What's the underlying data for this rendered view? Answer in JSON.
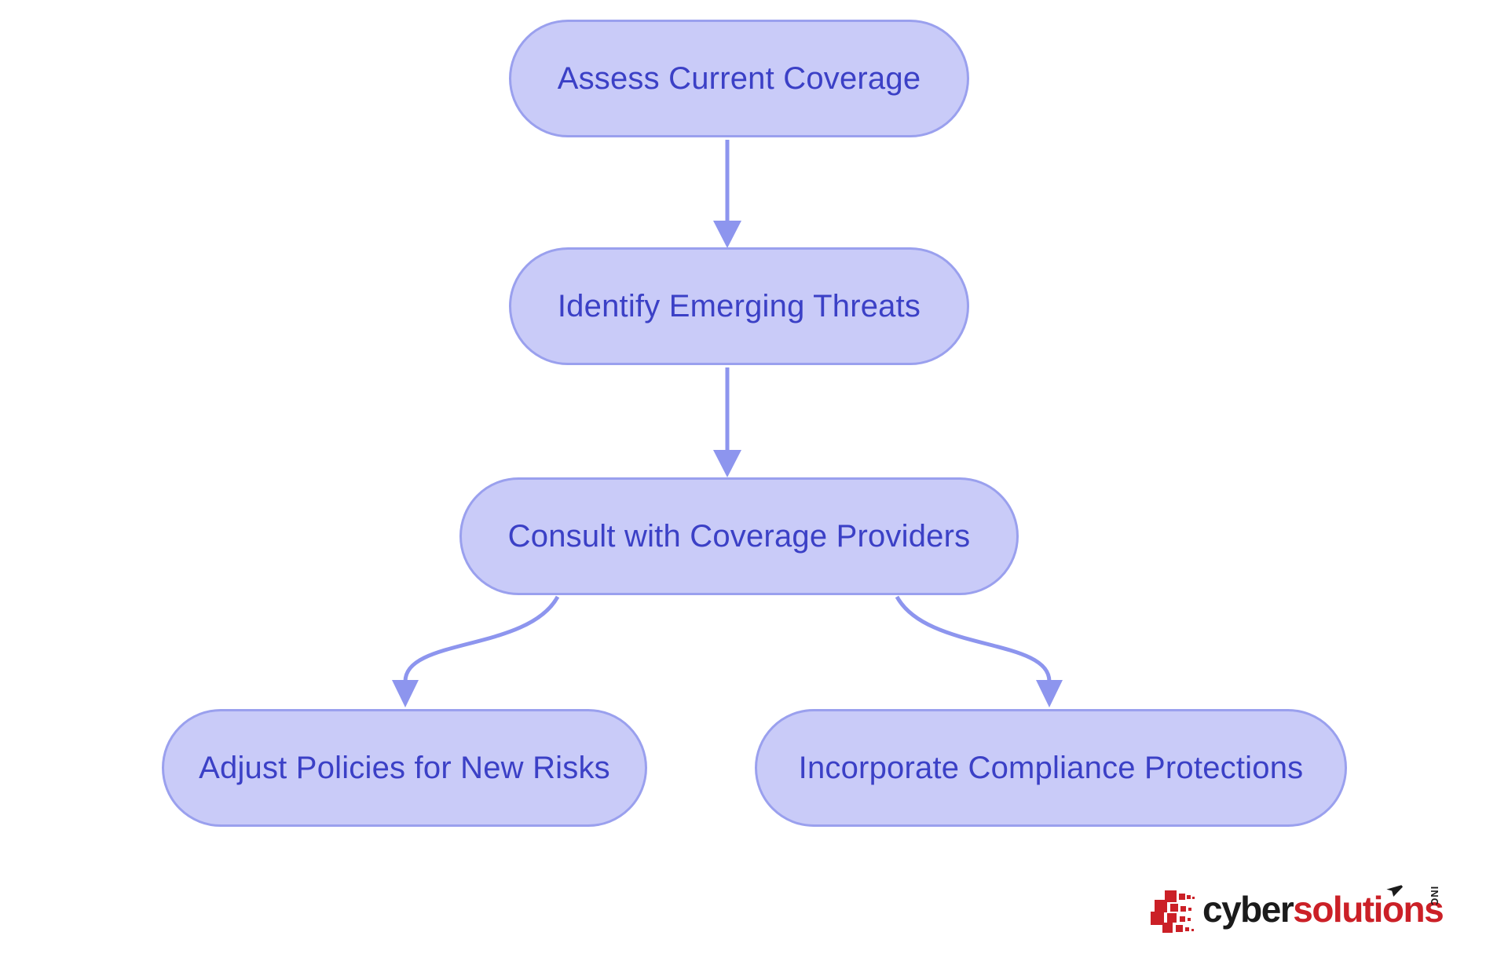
{
  "diagram": {
    "type": "flowchart",
    "nodes": [
      {
        "id": "assess",
        "label": "Assess Current Coverage"
      },
      {
        "id": "identify",
        "label": "Identify Emerging Threats"
      },
      {
        "id": "consult",
        "label": "Consult with Coverage Providers"
      },
      {
        "id": "adjust",
        "label": "Adjust Policies for New Risks"
      },
      {
        "id": "incorporate",
        "label": "Incorporate Compliance Protections"
      }
    ],
    "edges": [
      {
        "from": "assess",
        "to": "identify"
      },
      {
        "from": "identify",
        "to": "consult"
      },
      {
        "from": "consult",
        "to": "adjust"
      },
      {
        "from": "consult",
        "to": "incorporate"
      }
    ],
    "colors": {
      "node_fill": "#c9cbf8",
      "node_border": "#9aa0ee",
      "node_text": "#3b40c6",
      "arrow": "#8d95ee",
      "background": "#ffffff"
    }
  },
  "logo": {
    "brand_prefix": "cyber",
    "brand_suffix": "solutions",
    "company_suffix": "INC",
    "colors": {
      "prefix_text": "#1b1b1b",
      "suffix_text": "#cb2027",
      "icon": "#cb2027"
    }
  }
}
